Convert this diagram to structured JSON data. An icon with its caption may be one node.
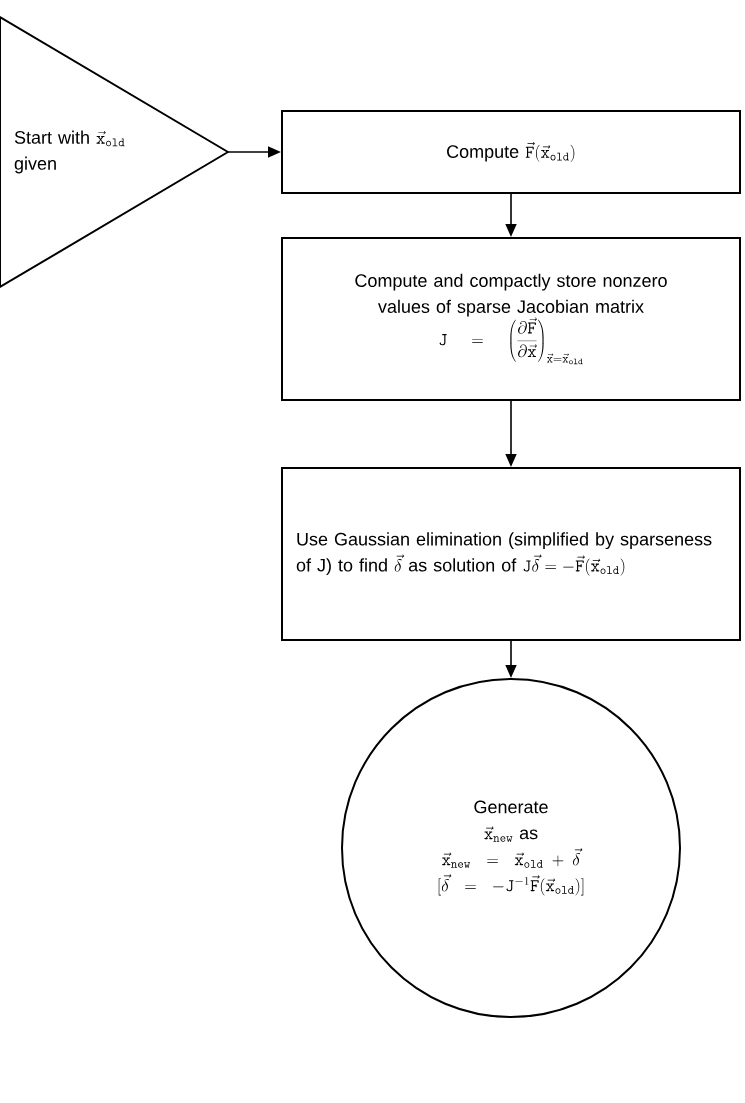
{
  "diagram": {
    "nodes": [
      {
        "text": [
          "Start with",
          "\\vec{\\mathtt{x}}_{\\mathtt{old}}",
          "given"
        ]
      },
      {
        "text": [
          "Compute",
          "\\vec{\\mathtt{F}}(\\vec{\\mathtt{x}}_{\\mathtt{old}})"
        ]
      },
      {
        "text": [
          "Compute and compactly store nonzero values of sparse Jacobian matrix",
          "\\mathtt{J} = \\left(\\frac{\\partial\\vec{\\mathtt{F}}}{\\partial\\vec{\\mathtt{x}}}\\right)_{\\vec{\\mathtt{x}}=\\vec{\\mathtt{x}}_{\\mathtt{old}}}"
        ]
      },
      {
        "text": [
          "Use Gaussian elimination (simplified by sparseness of J) to find",
          "\\vec{\\delta}",
          "as solution of",
          "\\mathtt{J}\\vec{\\delta} = -\\vec{\\mathtt{F}}(\\vec{\\mathtt{x}}_{\\mathtt{old}})"
        ]
      },
      {
        "text": [
          "Generate",
          "\\vec{\\mathtt{x}}_{\\mathtt{new}}",
          "as",
          "\\vec{\\mathtt{x}}_{\\mathtt{new}} = \\vec{\\mathtt{x}}_{\\mathtt{old}} + \\vec{\\delta}",
          "[\\vec{\\delta} = -\\mathtt{J}^{-1}\\vec{\\mathtt{F}}(\\vec{\\mathtt{x}}_{\\mathtt{old}})]"
        ]
      }
    ],
    "edges": [
      {
        "from": 0,
        "to": 1,
        "arrow": "to"
      },
      {
        "from": 1,
        "to": 2,
        "arrow": "to"
      },
      {
        "from": 2,
        "to": 3,
        "arrow": "to"
      },
      {
        "from": 3,
        "to": 4,
        "arrow": "to"
      }
    ]
  }
}
